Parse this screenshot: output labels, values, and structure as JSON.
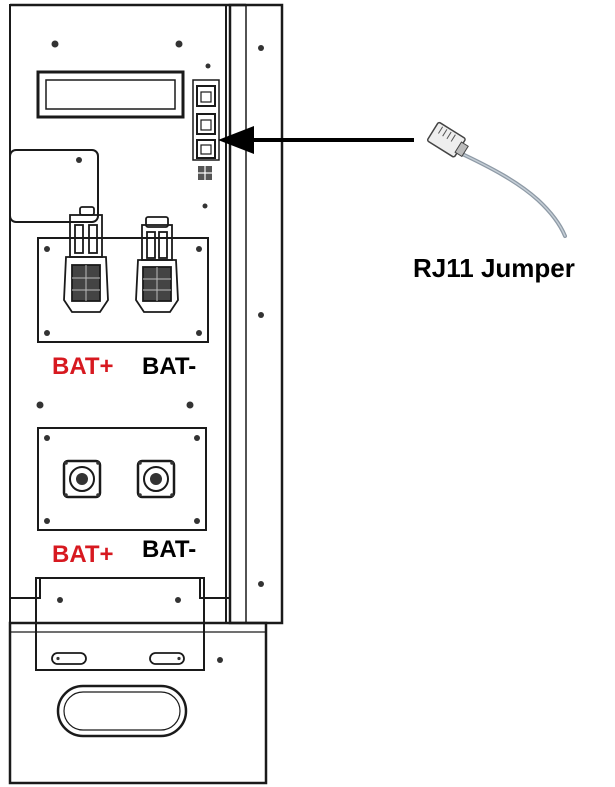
{
  "labels": {
    "upper_pos": "BAT+",
    "upper_neg": "BAT-",
    "lower_pos": "BAT+",
    "lower_neg": "BAT-",
    "jumper": "RJ11 Jumper"
  },
  "colors": {
    "positive": "#d71920",
    "negative": "#000000",
    "line": "#1a1a1a",
    "cable": "#8e9aa6"
  }
}
